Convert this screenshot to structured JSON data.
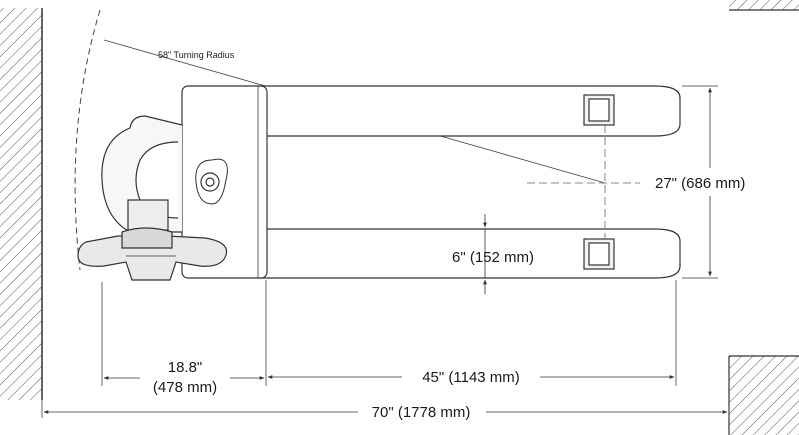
{
  "diagram": {
    "turning_radius_label": "58\" Turning Radius",
    "width_label": "27\" (686 mm)",
    "fork_width_label": "6\" (152 mm)",
    "handle_depth_label_line1": "18.8\"",
    "handle_depth_label_line2": "(478 mm)",
    "fork_length_label": "45\" (1143 mm)",
    "overall_length_label": "70\" (1778 mm)"
  }
}
